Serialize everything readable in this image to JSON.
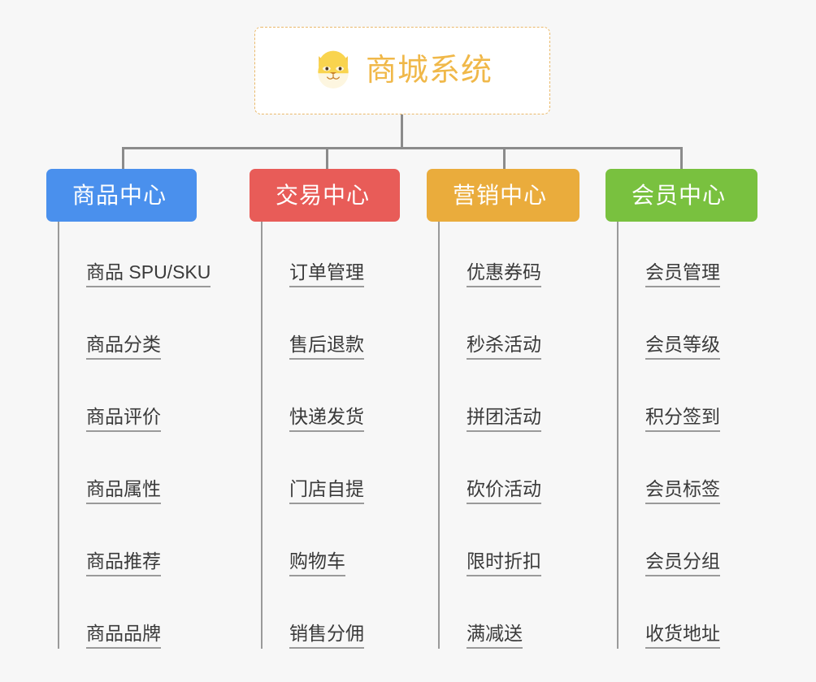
{
  "diagram": {
    "type": "mindmap-tree",
    "background_color": "#f7f7f7",
    "root": {
      "title": "商城系统",
      "icon": "shiba-dog-emoji",
      "text_color": "#f0b849",
      "border_color": "#eab96a",
      "border_style": "dashed",
      "background_color": "#ffffff"
    },
    "line_color": "#8b8b8b",
    "branches": [
      {
        "label": "商品中心",
        "color": "#4a90ed",
        "items": [
          "商品 SPU/SKU",
          "商品分类",
          "商品评价",
          "商品属性",
          "商品推荐",
          "商品品牌"
        ]
      },
      {
        "label": "交易中心",
        "color": "#e85c58",
        "items": [
          "订单管理",
          "售后退款",
          "快递发货",
          "门店自提",
          "购物车",
          "销售分佣"
        ]
      },
      {
        "label": "营销中心",
        "color": "#eaac3c",
        "items": [
          "优惠券码",
          "秒杀活动",
          "拼团活动",
          "砍价活动",
          "限时折扣",
          "满减送"
        ]
      },
      {
        "label": "会员中心",
        "color": "#79c13f",
        "items": [
          "会员管理",
          "会员等级",
          "积分签到",
          "会员标签",
          "会员分组",
          "收货地址"
        ]
      }
    ]
  }
}
